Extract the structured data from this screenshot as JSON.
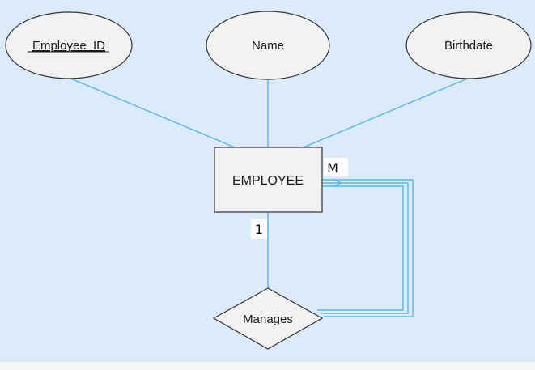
{
  "attributes": {
    "employee_id": "Employee_ID",
    "name": "Name",
    "birthdate": "Birthdate"
  },
  "entity": {
    "label": "EMPLOYEE"
  },
  "relationship": {
    "label": "Manages"
  },
  "cardinality": {
    "many": "M",
    "one": "1"
  },
  "colors": {
    "background": "#dcebfa",
    "shape_fill": "#f2f2f2",
    "shape_stroke": "#333333",
    "connector": "#55b7e6"
  }
}
